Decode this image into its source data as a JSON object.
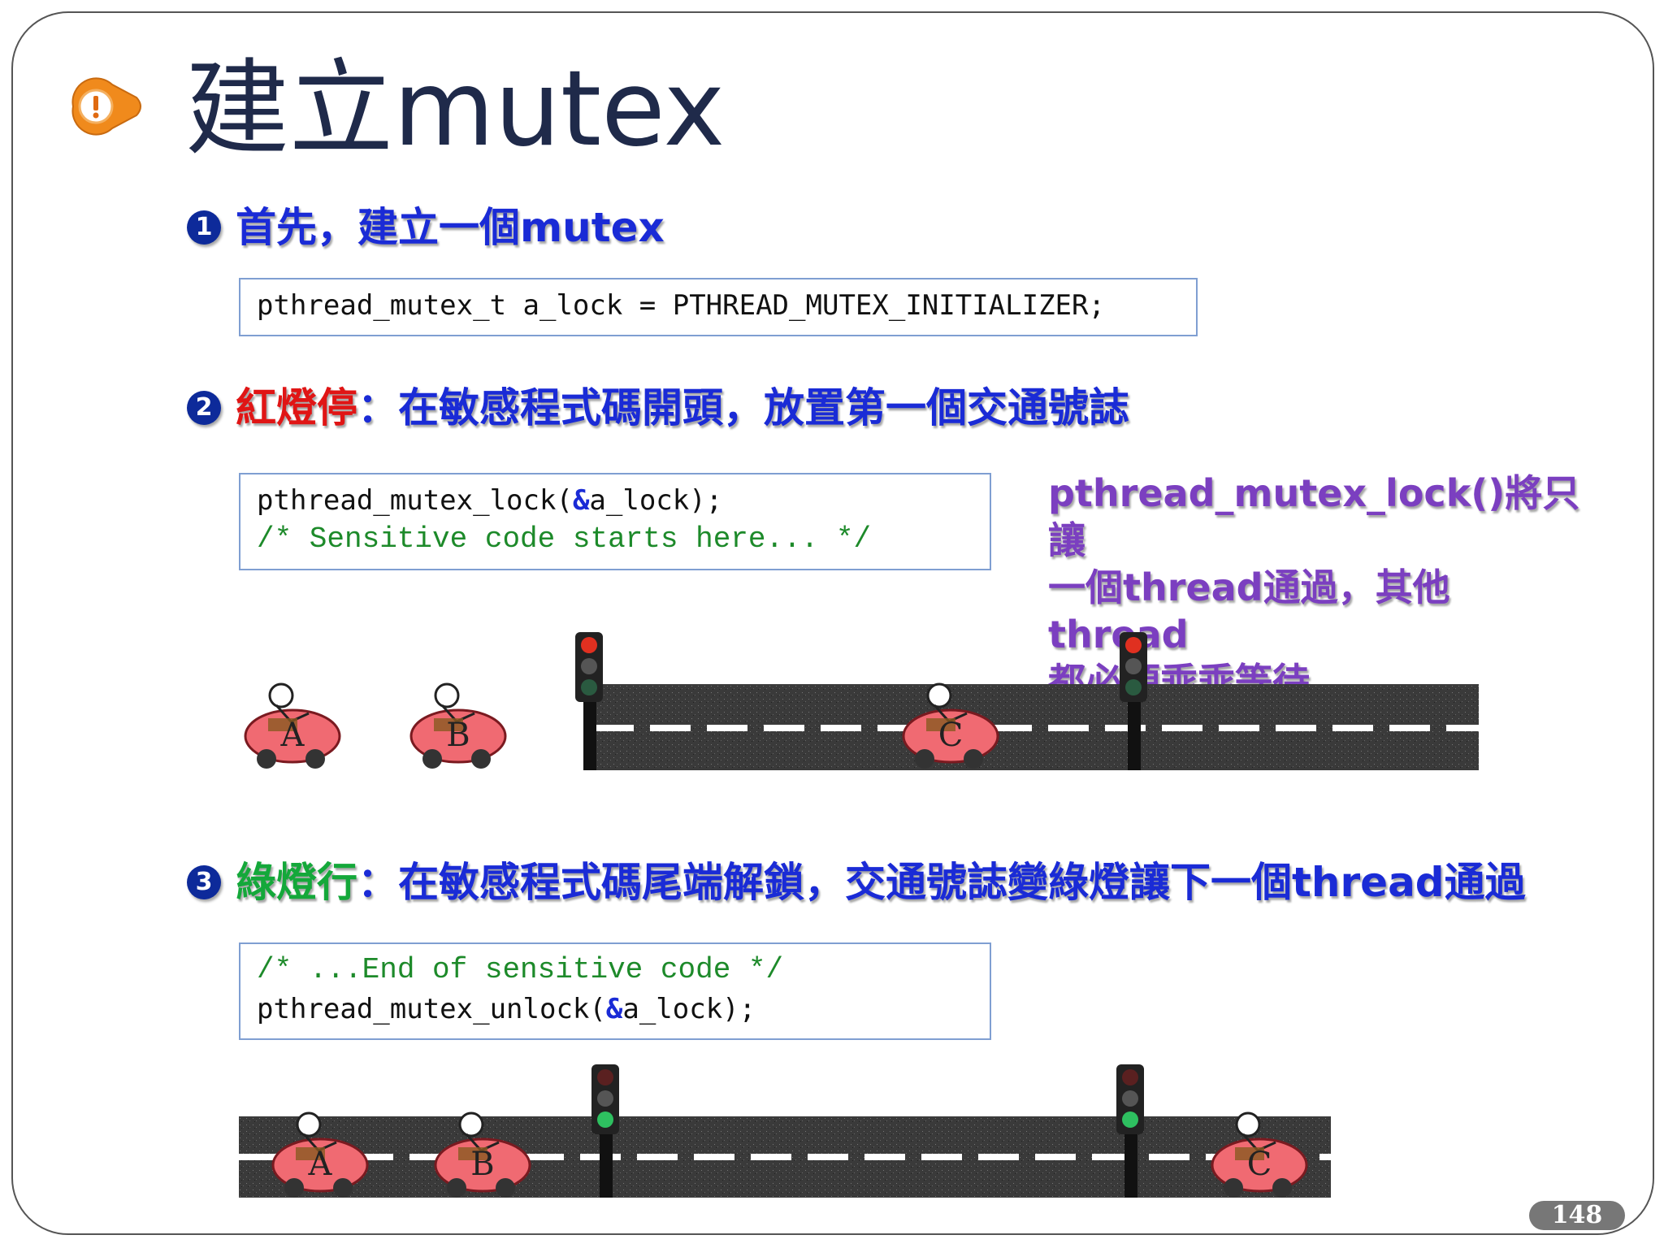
{
  "title": "建立mutex",
  "steps": [
    {
      "num": "1",
      "prefix": "",
      "text": "首先，建立一個mutex"
    },
    {
      "num": "2",
      "prefix": "紅燈停",
      "text": "：在敏感程式碼開頭，放置第一個交通號誌"
    },
    {
      "num": "3",
      "prefix": "綠燈行",
      "text": "：在敏感程式碼尾端解鎖，交通號誌變綠燈讓下一個thread通過"
    }
  ],
  "code1": "pthread_mutex_t a_lock = PTHREAD_MUTEX_INITIALIZER;",
  "code2": {
    "line1_pre": "pthread_mutex_lock(",
    "line1_amp": "&",
    "line1_post": "a_lock);",
    "line2": "/* Sensitive code starts here... */"
  },
  "code3": {
    "line1": "/* ...End of sensitive code */",
    "line2_pre": "pthread_mutex_unlock(",
    "line2_amp": "&",
    "line2_post": "a_lock);"
  },
  "note": {
    "line1": "pthread_mutex_lock()將只讓",
    "line2": "一個thread通過，其他thread",
    "line3": "都必須乖乖等待"
  },
  "cars_top": [
    "A",
    "B",
    "C"
  ],
  "cars_bottom": [
    "A",
    "B",
    "C"
  ],
  "page_number": "148",
  "colors": {
    "title": "#1f2a4a",
    "step_blue": "#1a2bd6",
    "step_red": "#e01515",
    "step_green": "#14a83a",
    "comment_green": "#1d8a2a",
    "note_purple": "#7b3fc0",
    "icon_orange": "#f08a1c"
  }
}
